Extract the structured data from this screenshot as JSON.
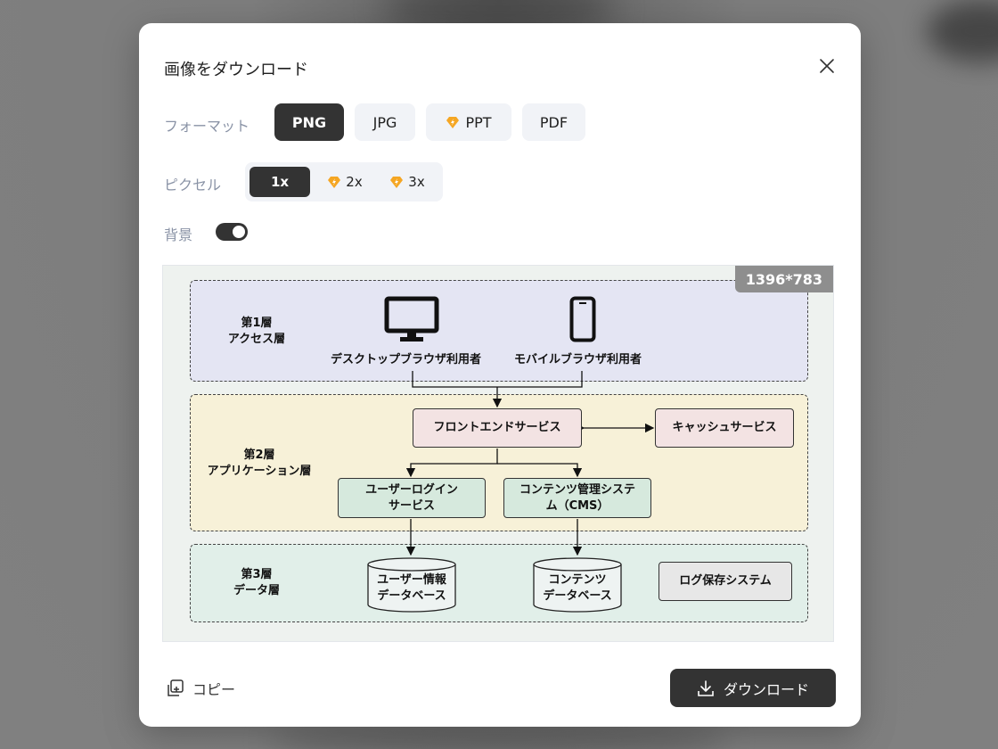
{
  "dialog": {
    "title": "画像をダウンロード",
    "format_label": "フォーマット",
    "formats": [
      {
        "label": "PNG",
        "premium": false,
        "selected": true
      },
      {
        "label": "JPG",
        "premium": false,
        "selected": false
      },
      {
        "label": "PPT",
        "premium": true,
        "selected": false
      },
      {
        "label": "PDF",
        "premium": false,
        "selected": false
      }
    ],
    "pixel_label": "ピクセル",
    "pixels": [
      {
        "label": "1x",
        "premium": false,
        "selected": true
      },
      {
        "label": "2x",
        "premium": true,
        "selected": false
      },
      {
        "label": "3x",
        "premium": true,
        "selected": false
      }
    ],
    "background_label": "背景",
    "background_on": true,
    "preview_size": "1396*783",
    "copy_label": "コピー",
    "download_label": "ダウンロード"
  },
  "diagram": {
    "layer1": {
      "line1": "第1層",
      "line2": "アクセス層"
    },
    "layer2": {
      "line1": "第2層",
      "line2": "アプリケーション層"
    },
    "layer3": {
      "line1": "第3層",
      "line2": "データ層"
    },
    "desktop_user": "デスクトップブラウザ利用者",
    "mobile_user": "モバイルブラウザ利用者",
    "frontend": "フロントエンドサービス",
    "cache": "キャッシュサービス",
    "login_line1": "ユーザーログイン",
    "login_line2": "サービス",
    "cms_line1": "コンテンツ管理システ",
    "cms_line2": "ム（CMS）",
    "user_db_line1": "ユーザー情報",
    "user_db_line2": "データベース",
    "content_db_line1": "コンテンツ",
    "content_db_line2": "データベース",
    "log": "ログ保存システム"
  },
  "colors": {
    "accent": "#333333",
    "muted_label": "#8a93a6",
    "button_bg": "#f1f3f7",
    "gem": "#f5a623"
  }
}
